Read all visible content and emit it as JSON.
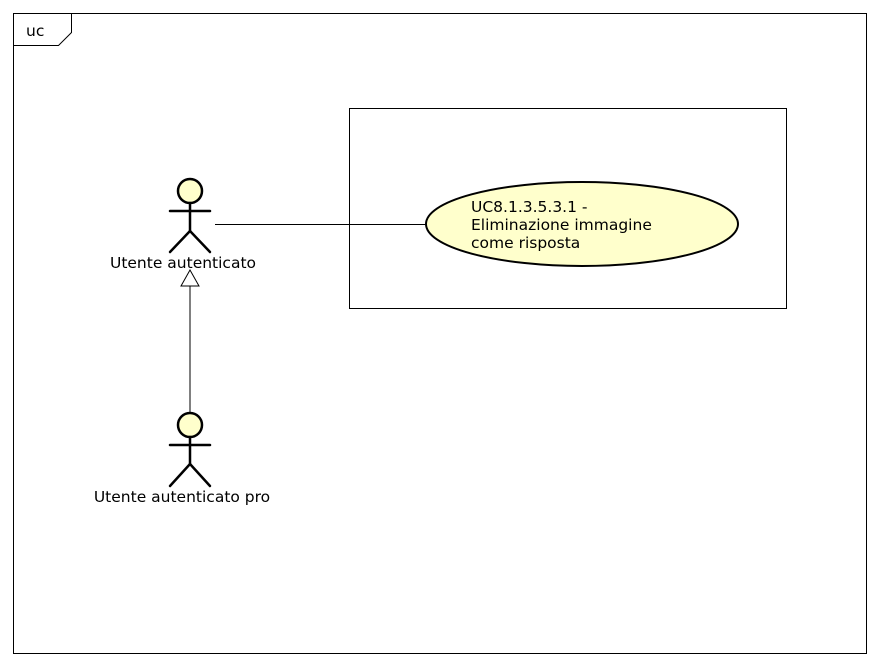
{
  "frame": {
    "label": "uc"
  },
  "colors": {
    "stroke": "#000000",
    "actor_head_fill": "#ffffcc",
    "usecase_fill": "#ffffcc",
    "background": "#ffffff"
  },
  "actors": [
    {
      "id": "actor-utente-autenticato",
      "label": "Utente autenticato",
      "icon": "stick-figure-actor-icon"
    },
    {
      "id": "actor-utente-autenticato-pro",
      "label": "Utente autenticato pro",
      "icon": "stick-figure-actor-icon"
    }
  ],
  "use_case": {
    "lines": [
      "UC8.1.3.5.3.1 -",
      "Eliminazione immagine",
      "come risposta"
    ]
  },
  "relations": [
    {
      "type": "association",
      "from": "Utente autenticato",
      "to": "UC8.1.3.5.3.1"
    },
    {
      "type": "generalization",
      "from": "Utente autenticato pro",
      "to": "Utente autenticato"
    }
  ]
}
